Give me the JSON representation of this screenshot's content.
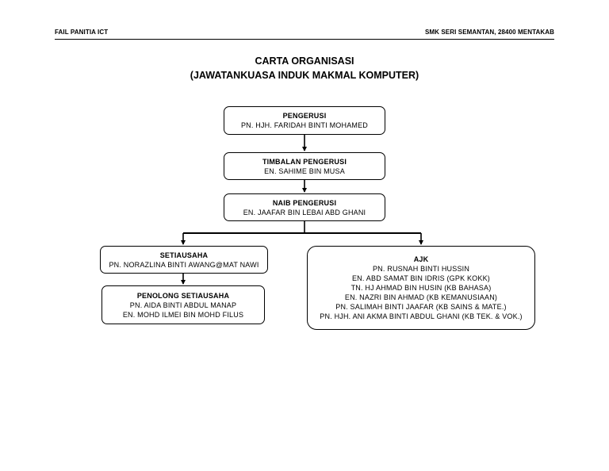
{
  "header": {
    "left": "FAIL PANITIA ICT",
    "right": "SMK SERI SEMANTAN, 28400 MENTAKAB"
  },
  "title": {
    "line1": "CARTA ORGANISASI",
    "line2": "(JAWATANKUASA INDUK MAKMAL KOMPUTER)"
  },
  "chart": {
    "pengerusi": {
      "role": "PENGERUSI",
      "members": [
        "PN. HJH. FARIDAH BINTI MOHAMED"
      ]
    },
    "timbalan": {
      "role": "TIMBALAN PENGERUSI",
      "members": [
        "EN. SAHIME BIN MUSA"
      ]
    },
    "naib": {
      "role": "NAIB PENGERUSI",
      "members": [
        "EN. JAAFAR BIN LEBAI ABD GHANI"
      ]
    },
    "setiausaha": {
      "role": "SETIAUSAHA",
      "members": [
        "PN. NORAZLINA BINTI AWANG@MAT NAWI"
      ]
    },
    "penolong": {
      "role": "PENOLONG SETIAUSAHA",
      "members": [
        "PN. AIDA BINTI ABDUL MANAP",
        "EN. MOHD ILMEI BIN MOHD FILUS"
      ]
    },
    "ajk": {
      "role": "AJK",
      "members": [
        "PN. RUSNAH BINTI HUSSIN",
        "EN. ABD SAMAT BIN IDRIS (GPK KOKK)",
        "TN. HJ AHMAD BIN HUSIN (KB BAHASA)",
        "EN. NAZRI BIN AHMAD (KB KEMANUSIAAN)",
        "PN. SALIMAH BINTI JAAFAR (KB SAINS & MATE.)",
        "PN. HJH. ANI AKMA BINTI ABDUL GHANI (KB TEK. & VOK.)"
      ]
    }
  }
}
